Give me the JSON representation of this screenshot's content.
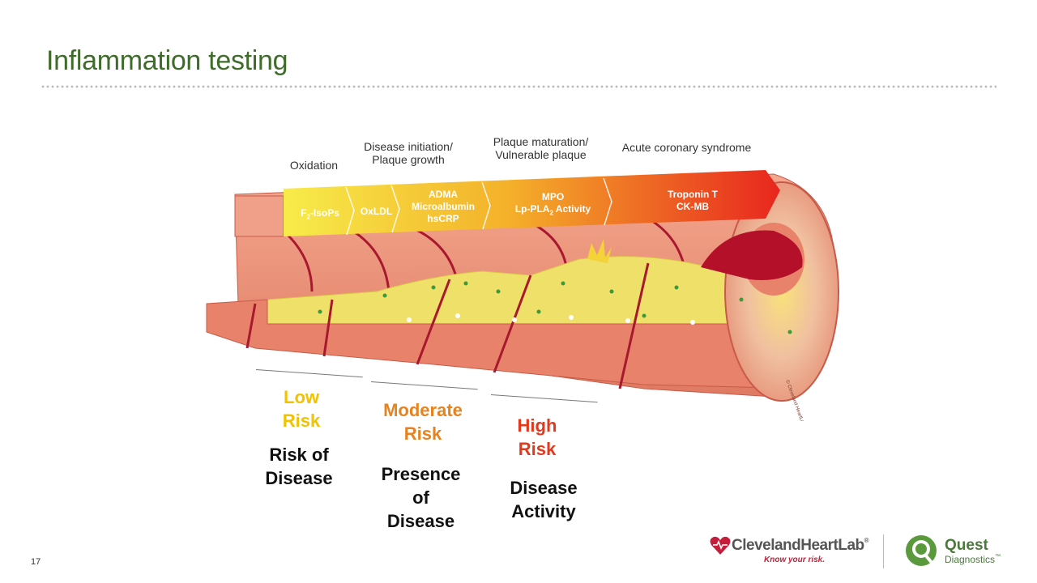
{
  "slide": {
    "title": "Inflammation testing",
    "page_number": "17"
  },
  "stages": [
    {
      "label": "Oxidation"
    },
    {
      "label": "Disease initiation/\nPlaque growth"
    },
    {
      "label": "Plaque maturation/\nVulnerable plaque"
    },
    {
      "label": "Acute coronary syndrome"
    }
  ],
  "markers": [
    {
      "label": "F2-IsoPs"
    },
    {
      "label": "OxLDL"
    },
    {
      "label": "ADMA\nMicroalbumin\nhsCRP"
    },
    {
      "label": "MPO\nLp-PLA2 Activity"
    },
    {
      "label": "Troponin T\nCK-MB"
    }
  ],
  "risks": [
    {
      "risk": "Low\nRisk",
      "color": "#f2c200",
      "description": "Risk of\nDisease"
    },
    {
      "risk": "Moderate\nRisk",
      "color": "#e8821e",
      "description": "Presence\nof\nDisease"
    },
    {
      "risk": "High\nRisk",
      "color": "#e03a1e",
      "description": "Disease\nActivity"
    }
  ],
  "logos": {
    "cleveland_name": "ClevelandHeartLab",
    "cleveland_tagline": "Know your risk.",
    "quest_name": "Quest",
    "quest_sub": "Diagnostics"
  },
  "colors": {
    "title": "#3f6b2b",
    "artery": "#e8826a",
    "arrow_start": "#f5e23a",
    "arrow_end": "#e8261e",
    "plaque": "#efe06a",
    "clot": "#b4102a"
  }
}
